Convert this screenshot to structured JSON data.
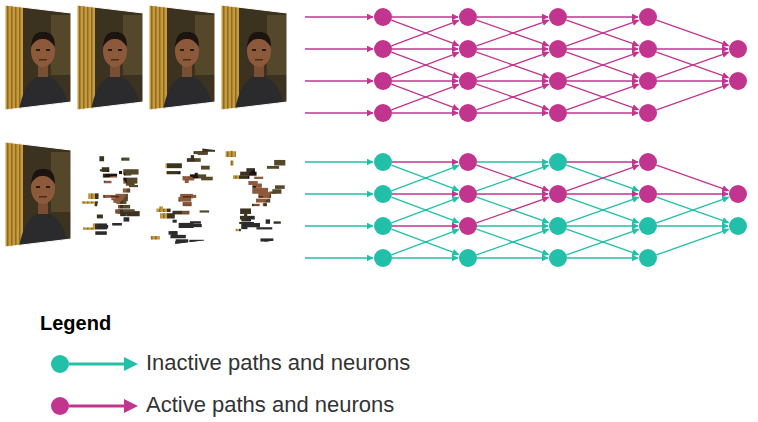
{
  "diagram": {
    "labels": [
      "Legend"
    ],
    "legend": [
      {
        "text": "Inactive paths and neurons",
        "color": "#22bfa9"
      },
      {
        "text": "Active paths and neurons",
        "color": "#c2358f"
      }
    ]
  }
}
